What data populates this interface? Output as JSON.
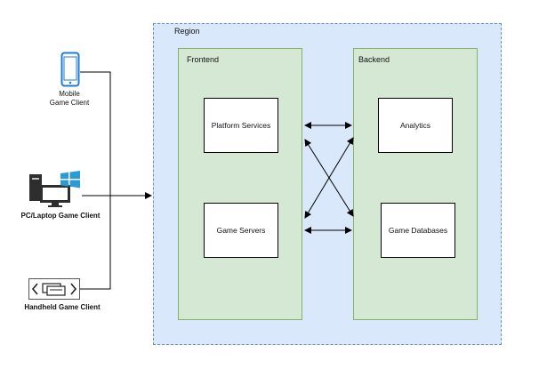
{
  "region": {
    "label": "Region"
  },
  "frontend": {
    "label": "Frontend",
    "services": [
      "Platform Services",
      "Game Servers"
    ]
  },
  "backend": {
    "label": "Backend",
    "services": [
      "Analytics",
      "Game Databases"
    ]
  },
  "clients": {
    "mobile": {
      "line1": "Mobile",
      "line2": "Game Client",
      "icon": "mobile-phone-icon"
    },
    "pc": {
      "label": "PC/Laptop Game Client",
      "icon": "pc-windows-icon"
    },
    "handheld": {
      "label": "Handheld Game Client",
      "icon": "handheld-console-icon"
    }
  },
  "colors": {
    "region_fill": "#dae8fc",
    "region_border": "#6c8ebf",
    "group_fill": "#d5e8d4",
    "group_border": "#82b366",
    "mobile_icon": "#1f7bd8",
    "windows_icon": "#2b9bd8"
  }
}
